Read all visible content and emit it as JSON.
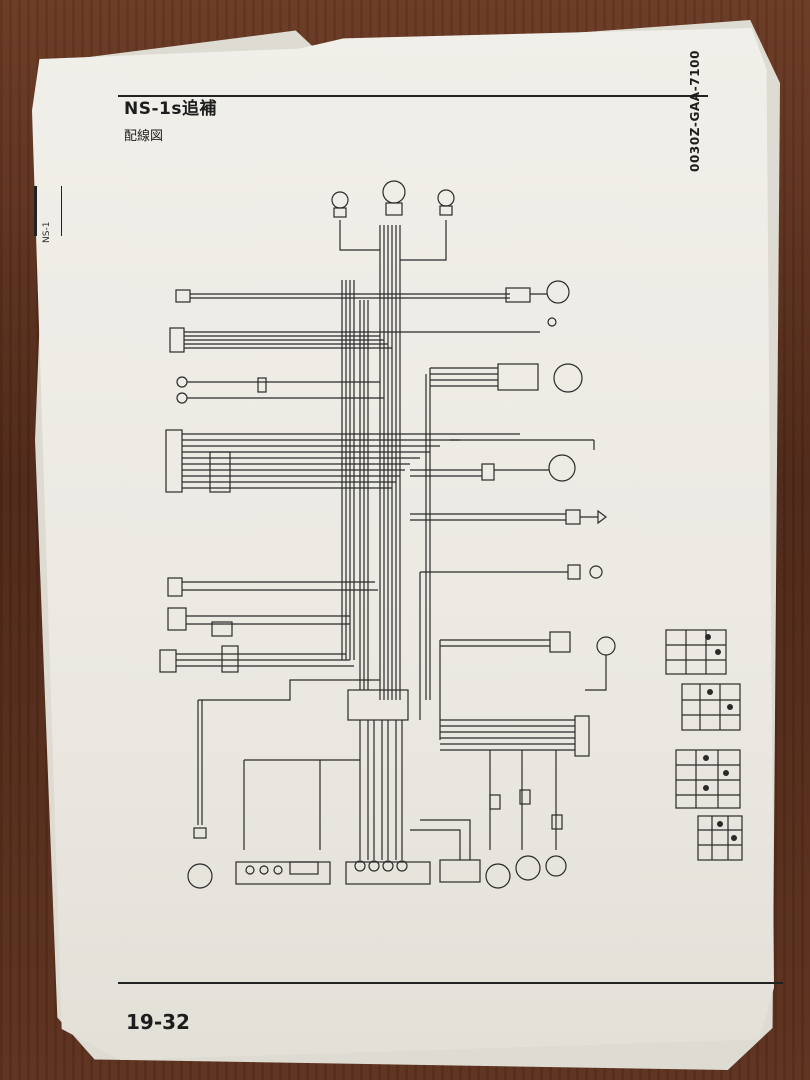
{
  "document": {
    "title": "NS-1s追補",
    "subtitle": "配線図",
    "doc_code": "0030Z-GAA-7100",
    "page_number": "19-32",
    "tab_label": "NS-1"
  },
  "colors": {
    "ink": "#1d1d1d",
    "paper": "#ece9e2",
    "wood": "#5a2e1c"
  }
}
